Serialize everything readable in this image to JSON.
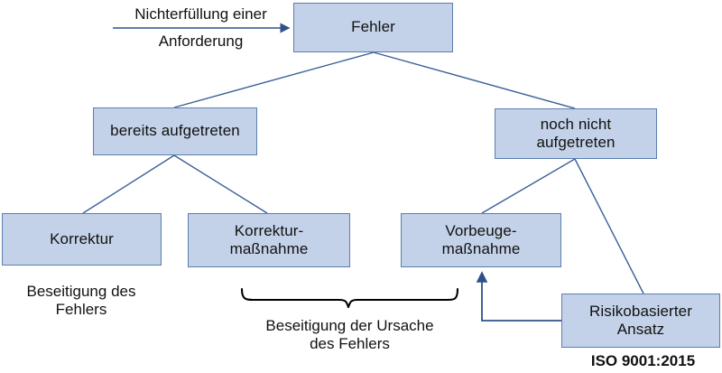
{
  "diagram": {
    "title_note": "ISO 9001:2015",
    "colors": {
      "node_fill": "#c3d2e8",
      "node_border": "#5b7fae",
      "connector": "#3c6098",
      "arrow": "#2e5288",
      "brace": "#000000",
      "text": "#111111"
    },
    "input_arrow": {
      "label_line1": "Nichterfüllung einer",
      "label_line2": "Anforderung"
    },
    "nodes": [
      {
        "id": "fehler",
        "label": "Fehler"
      },
      {
        "id": "bereits",
        "label": "bereits aufgetreten"
      },
      {
        "id": "nochnicht",
        "label": "noch nicht\naufgetreten"
      },
      {
        "id": "korrektur",
        "label": "Korrektur"
      },
      {
        "id": "korrekturmn",
        "label": "Korrektur-\nmaßnahme"
      },
      {
        "id": "vorbeugemn",
        "label": "Vorbeuge-\nmaßnahme"
      },
      {
        "id": "risiko",
        "label": "Risikobasierter\nAnsatz"
      }
    ],
    "captions": [
      {
        "id": "korrektur-caption",
        "label": "Beseitigung des\nFehlers"
      },
      {
        "id": "brace-caption",
        "label": "Beseitigung der Ursache\ndes Fehlers"
      },
      {
        "id": "standard-caption",
        "label": "ISO 9001:2015"
      }
    ]
  }
}
